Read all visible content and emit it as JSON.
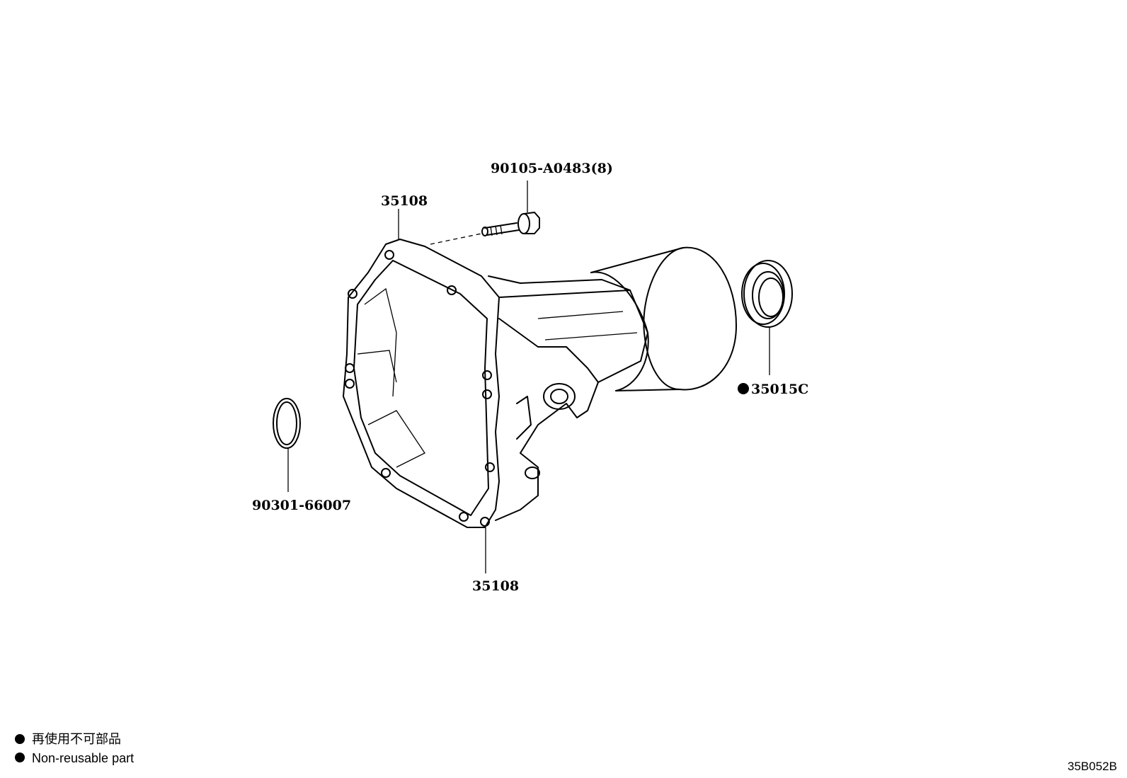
{
  "diagram": {
    "parts": [
      {
        "id": "bolt",
        "label": "90105-A0483(8)"
      },
      {
        "id": "gasket-top",
        "label": "35108"
      },
      {
        "id": "gasket-bottom",
        "label": "35108"
      },
      {
        "id": "oil-seal",
        "label": "35015C",
        "non_reusable": true
      },
      {
        "id": "o-ring",
        "label": "90301-66007"
      }
    ],
    "legend": {
      "marker": "●",
      "japanese": "再使用不可部品",
      "english": "Non-reusable part"
    },
    "figure_code": "35B052B"
  }
}
